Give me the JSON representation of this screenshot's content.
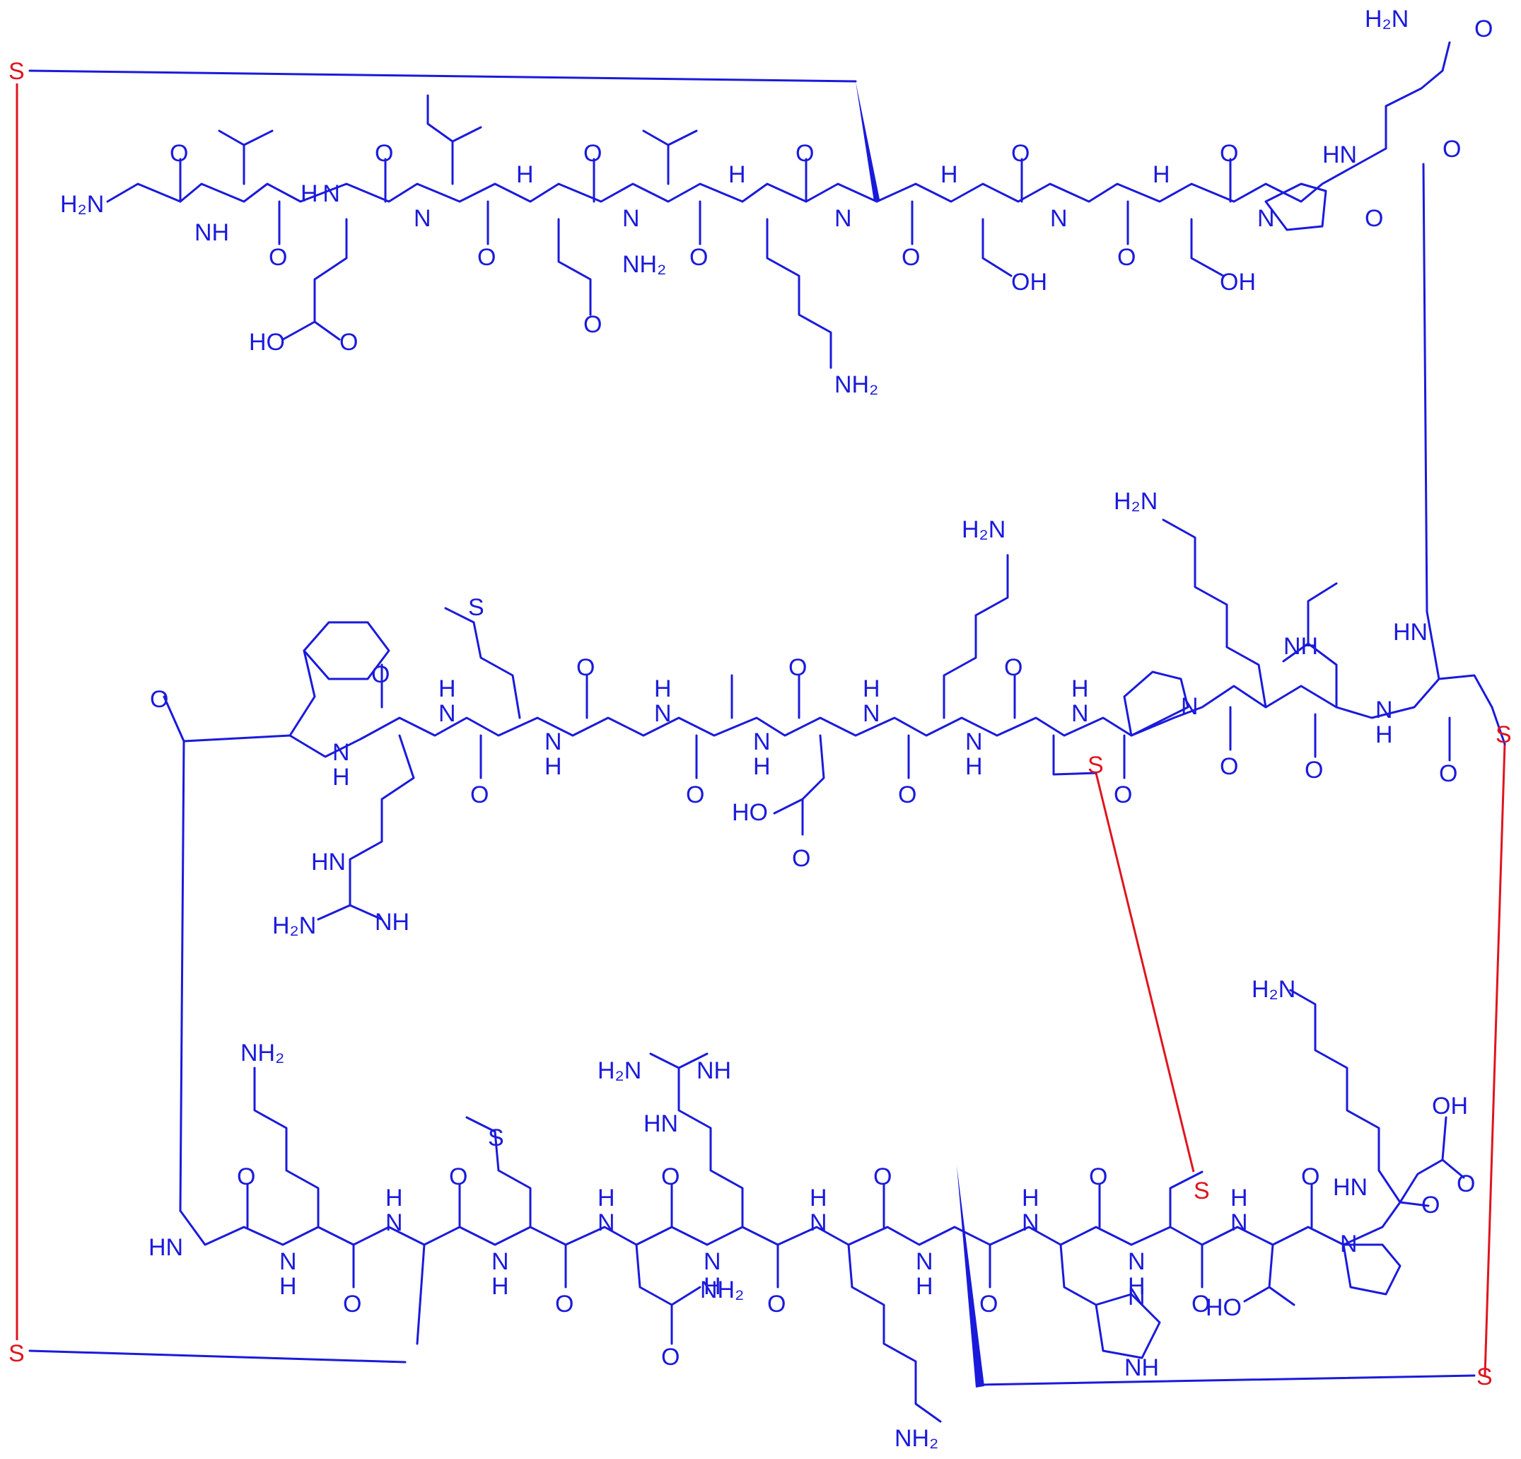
{
  "colors": {
    "backbone": "#1a1adc",
    "disulfide": "#e0141e",
    "background": "#ffffff"
  },
  "labels": {
    "row1": {
      "h2n_start": "H₂N",
      "nh_gly": "NH",
      "h_val": "H",
      "o1": "O",
      "o2": "O",
      "nh_glu": "H N",
      "o3": "O",
      "o4": "O",
      "hooc": "HO",
      "o5": "O",
      "nh_ile": "N",
      "h_ile": "H",
      "o6": "O",
      "nh_asn": "H",
      "n_asn": "N",
      "nh2_asn": "NH₂",
      "o7": "O",
      "o8": "O",
      "o9": "O",
      "nh_val2": "N",
      "h_val2": "H",
      "o10": "O",
      "nh_lys": "H",
      "n_lys": "N",
      "o11": "O",
      "nh2_lys": "NH₂",
      "nh_cys": "N",
      "h_cys": "H",
      "o12": "O",
      "h_ser1": "H",
      "n_ser1": "N",
      "o13": "O",
      "oh_ser1": "OH",
      "n_gly2": "N",
      "h_gly2": "H",
      "o14": "O",
      "h_ser2": "H",
      "n_ser2": "N",
      "o15": "O",
      "oh_ser2": "OH",
      "n_pro": "N",
      "o16": "O",
      "h2n_gln": "H₂N",
      "o_gln": "O",
      "hn_gln": "HN",
      "o17": "O"
    },
    "row2": {
      "o_phe": "O",
      "nh_phe": "N",
      "h_phe": "H",
      "o_arg": "O",
      "h_arg": "H",
      "n_arg": "N",
      "o_met": "O",
      "s_met": "S",
      "hn_guan": "HN",
      "h2n_guan": "H₂N",
      "nh_guan": "NH",
      "n_met2": "N",
      "h_met2": "H",
      "o_gly": "O",
      "h_gly": "H",
      "n_gly": "N",
      "o_ala": "O",
      "n_ala": "N",
      "h_ala": "H",
      "o_asp": "O",
      "h_asp": "H",
      "n_asp": "N",
      "hooc_asp": "HO",
      "o_asp2": "O",
      "o_asp3": "O",
      "h2n_lys2": "H₂N",
      "o_lys2": "O",
      "n_lys2": "N",
      "h_lys2": "H",
      "o_cys2": "O",
      "h_cys2": "H",
      "n_cys2": "N",
      "s_cys2": "S",
      "o_pro2": "O",
      "n_pro2": "N",
      "h2n_lys3": "H₂N",
      "o_lys3": "O",
      "nh_leu": "NH",
      "o_leu": "O",
      "hn_cys3": "HN",
      "n_cys3": "N",
      "h_cys3": "H",
      "o_cys3": "O",
      "s_cys3": "S"
    },
    "row3": {
      "hn_start": "HN",
      "o_gly3": "O",
      "h2_lys4": "NH₂",
      "n_lys4": "N",
      "h_lys4": "H",
      "o_lys4": "O",
      "h_ala2": "H",
      "n_ala2": "N",
      "o_ala2": "O",
      "s_met3": "S",
      "n_met3": "N",
      "h_met3": "H",
      "o_met3": "O",
      "h_asn2": "H",
      "n_asn2": "N",
      "o_asn2": "O",
      "nh2_asn2": "NH₂",
      "o_asn3": "O",
      "h2n_arg2": "H₂N",
      "nh_arg2": "NH",
      "hn_arg2": "HN",
      "n_arg2": "N",
      "h_arg2": "H",
      "o_arg2": "O",
      "h_lys5": "H",
      "n_lys5": "N",
      "o_lys5": "O",
      "nh2_lys5": "NH₂",
      "n_cys4": "N",
      "h_cys4": "H",
      "o_cys4": "O",
      "h_his": "H",
      "n_his": "N",
      "o_his": "O",
      "n_his_ring": "N",
      "nh_his_ring": "NH",
      "s_cys5": "S",
      "n_cys5": "N",
      "h_cys5": "H",
      "o_cys5": "O",
      "h_thr": "H",
      "n_thr": "N",
      "o_thr": "O",
      "ho_thr": "HO",
      "n_pro3": "N",
      "o_pro3": "O",
      "h2n_lys6": "H₂N",
      "oh_end": "OH",
      "hn_lys6": "HN",
      "o_end": "O"
    },
    "disulfide_s": {
      "s_tl": "S",
      "s_bl": "S",
      "s_br": "S"
    }
  }
}
